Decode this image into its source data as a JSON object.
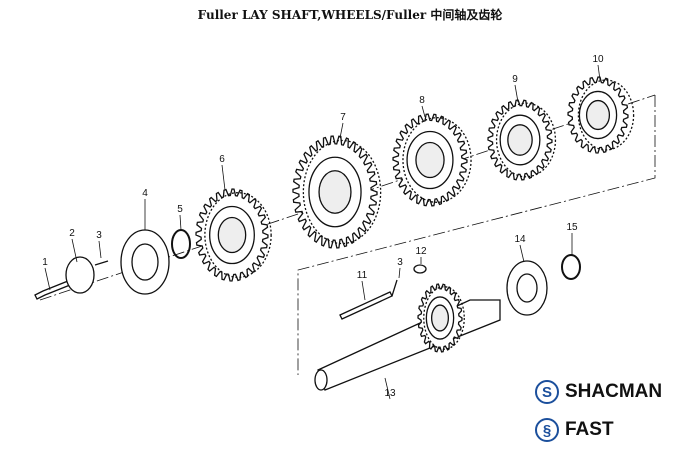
{
  "title": "Fuller LAY SHAFT,WHEELS/Fuller 中间轴及齿轮",
  "callouts": [
    "1",
    "2",
    "3",
    "4",
    "5",
    "6",
    "7",
    "8",
    "9",
    "10",
    "11",
    "3",
    "12",
    "14",
    "15",
    "13"
  ],
  "brands": [
    {
      "name": "SHACMAN",
      "color": "#1b4f9c",
      "icon": "shacman-logo-icon"
    },
    {
      "name": "FAST",
      "color": "#1b4f9c",
      "icon": "fast-logo-icon"
    }
  ]
}
